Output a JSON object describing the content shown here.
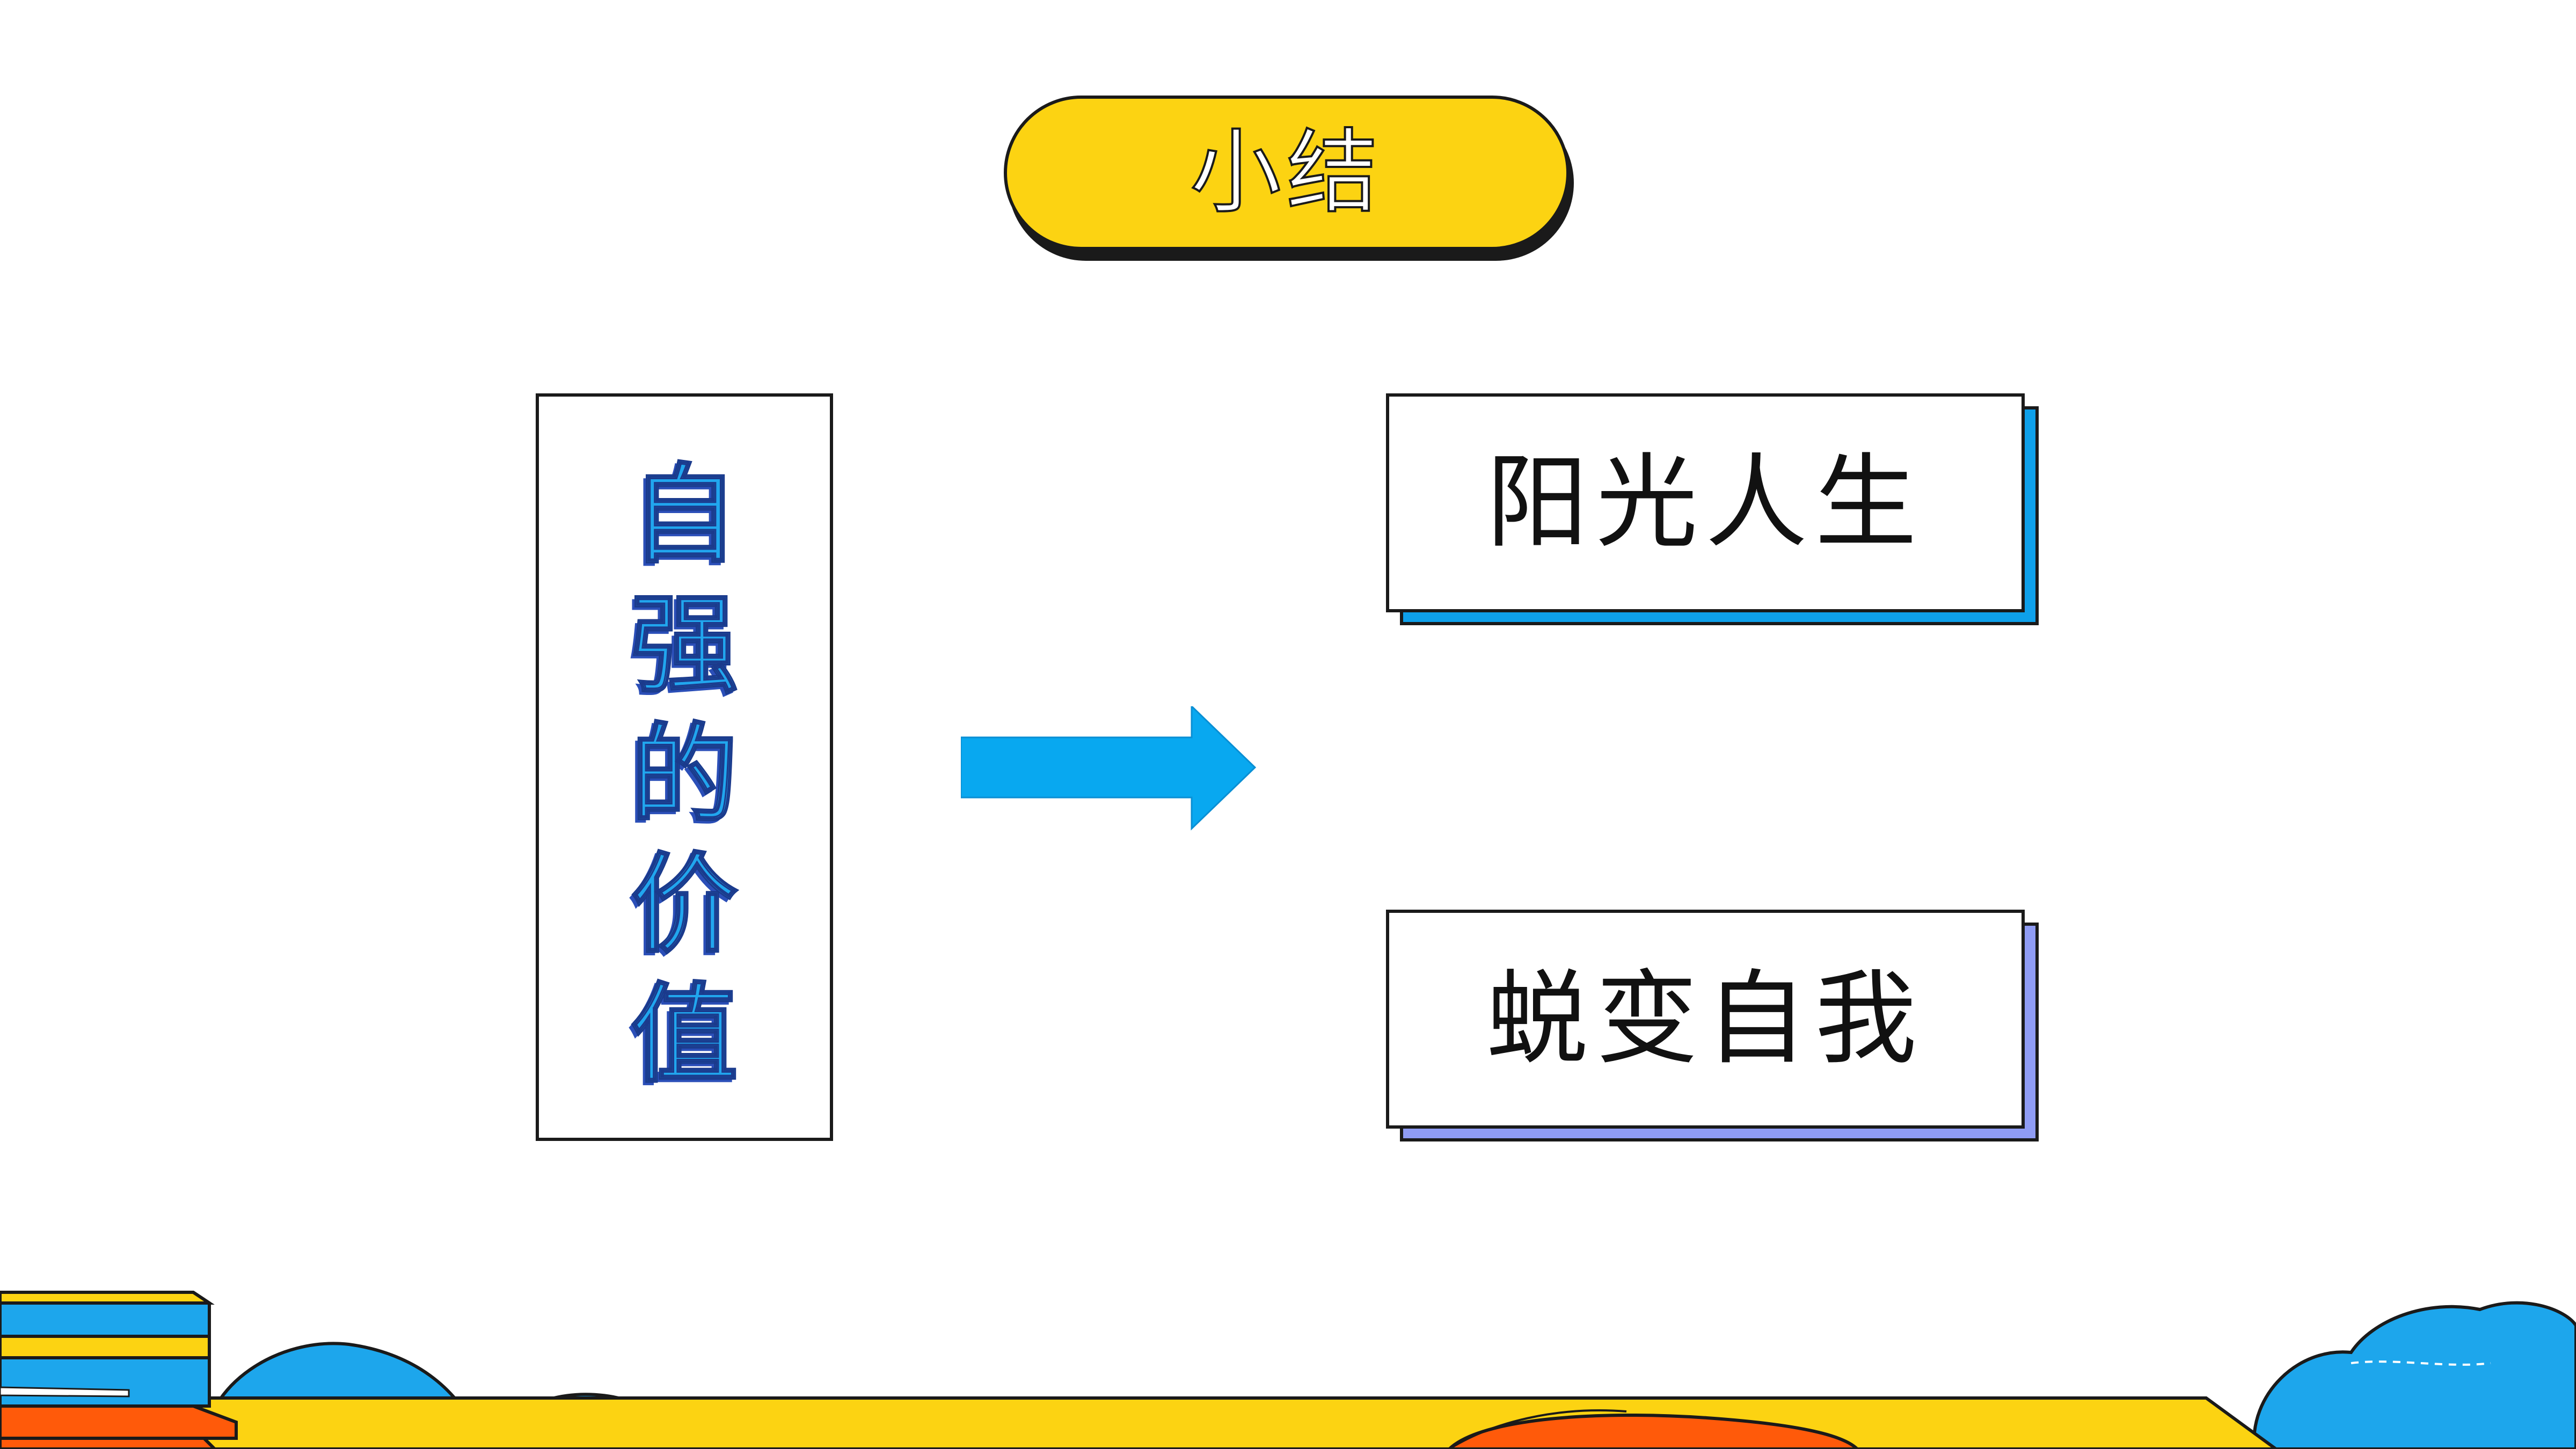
{
  "title": "小结",
  "left_box": {
    "chars": [
      "自",
      "强",
      "的",
      "价",
      "值"
    ]
  },
  "right_boxes": [
    {
      "label": "阳光人生",
      "shadow_color": "#0ea0ea"
    },
    {
      "label": "蜕变自我",
      "shadow_color": "#8f9cf4"
    }
  ],
  "colors": {
    "title_fill": "#fcd312",
    "arrow": "#08a8f0",
    "left_text": "#21a6ee"
  }
}
